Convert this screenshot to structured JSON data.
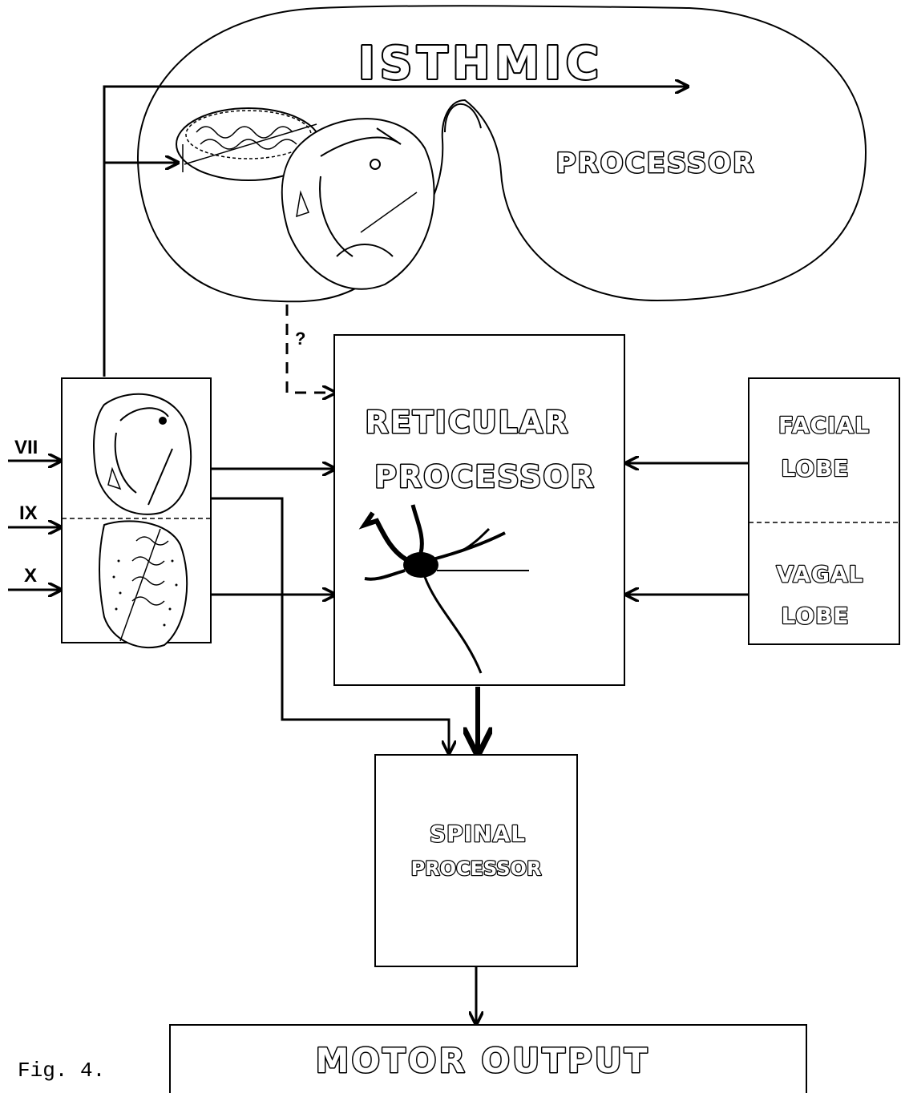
{
  "isthmic": {
    "title": "ISTHMIC",
    "subtitle": "PROCESSOR"
  },
  "reticular": {
    "line1": "RETICULAR",
    "line2": "PROCESSOR"
  },
  "facial": {
    "line1": "FACIAL",
    "line2": "LOBE"
  },
  "vagal": {
    "line1": "VAGAL",
    "line2": "LOBE"
  },
  "spinal": {
    "line1": "SPINAL",
    "line2": "PROCESSOR"
  },
  "motor": {
    "label": "MOTOR OUTPUT"
  },
  "nerves": [
    "VII",
    "IX",
    "X"
  ],
  "question_mark": "?",
  "figure_label": "Fig. 4."
}
